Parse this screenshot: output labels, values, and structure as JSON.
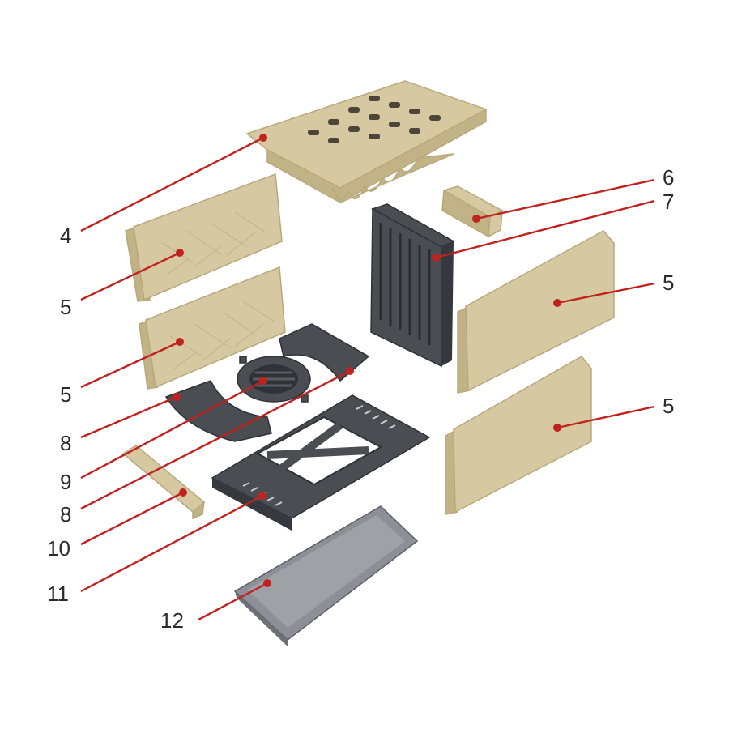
{
  "labels": {
    "p4": "4",
    "p5a": "5",
    "p5b": "5",
    "p5c": "5",
    "p5d": "5",
    "p6": "6",
    "p7": "7",
    "p8a": "8",
    "p8b": "8",
    "p9": "9",
    "p10": "10",
    "p11": "11",
    "p12": "12"
  },
  "colors": {
    "leader": "#c0231f",
    "firebrick": "#d6c9a1",
    "cast_iron": "#4a4d52",
    "ash_pan": "#8c9096"
  }
}
